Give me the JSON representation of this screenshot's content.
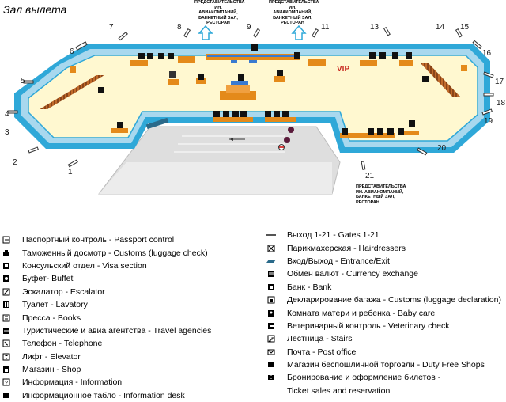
{
  "title": "Зал вылета",
  "vip_label": "VIP",
  "gates": [
    "1",
    "2",
    "3",
    "4",
    "5",
    "6",
    "7",
    "8",
    "9",
    "11",
    "13",
    "14",
    "15",
    "16",
    "17",
    "18",
    "19",
    "20",
    "21"
  ],
  "notes": {
    "top_left": [
      "ПРЕДСТАВИТЕЛЬСТВА",
      "ИН. АВИАКОМПАНИЙ,",
      "БАНКЕТНЫЙ ЗАЛ,",
      "РЕСТОРАН"
    ],
    "top_right": [
      "ПРЕДСТАВИТЕЛЬСТВА",
      "ИН. АВИАКОМПАНИЙ,",
      "БАНКЕТНЫЙ ЗАЛ,",
      "РЕСТОРАН"
    ],
    "bottom": [
      "ПРЕДСТАВИТЕЛЬСТВА",
      "ИН. АВИАКОМПАНИЙ,",
      "БАНКЕТНЫЙ ЗАЛ,",
      "РЕСТОРАН"
    ]
  },
  "legend_left": [
    {
      "icon": "passport-control-icon",
      "text": "Паспортный контроль - Passport control"
    },
    {
      "icon": "customs-luggage-icon",
      "text": "Таможенный досмотр - Customs (luggage check)"
    },
    {
      "icon": "visa-section-icon",
      "text": "Консульский отдел - Visa section"
    },
    {
      "icon": "buffet-icon",
      "text": "Буфет- Buffet"
    },
    {
      "icon": "escalator-icon",
      "text": "Эскалатор - Escalator"
    },
    {
      "icon": "lavatory-icon",
      "text": "Туалет - Lavatory"
    },
    {
      "icon": "books-icon",
      "text": "Пресса - Books"
    },
    {
      "icon": "travel-agencies-icon",
      "text": "Туристические и авиа агентства - Travel agencies"
    },
    {
      "icon": "telephone-icon",
      "text": "Телефон - Telephone"
    },
    {
      "icon": "elevator-icon",
      "text": "Лифт - Elevator"
    },
    {
      "icon": "shop-icon",
      "text": "Магазин - Shop"
    },
    {
      "icon": "information-icon",
      "text": "Информация - Information"
    },
    {
      "icon": "information-desk-icon",
      "text": "Информационное табло - Information desk"
    }
  ],
  "legend_right": [
    {
      "icon": "gates-icon",
      "text": "Выход 1-21 - Gates 1-21"
    },
    {
      "icon": "hairdresser-icon",
      "text": "Парикмахерская - Hairdressers"
    },
    {
      "icon": "entrance-exit-icon",
      "text": "Вход/Выход - Entrance/Exit"
    },
    {
      "icon": "currency-exchange-icon",
      "text": "Обмен валют - Currency exchange"
    },
    {
      "icon": "bank-icon",
      "text": "Банк - Bank"
    },
    {
      "icon": "customs-declaration-icon",
      "text": "Декларирование багажа - Customs (luggage declaration)"
    },
    {
      "icon": "baby-care-icon",
      "text": "Комната матери и ребенка - Baby care"
    },
    {
      "icon": "veterinary-icon",
      "text": "Ветеринарный контроль - Veterinary check"
    },
    {
      "icon": "stairs-icon",
      "text": "Лестница - Stairs"
    },
    {
      "icon": "post-office-icon",
      "text": "Почта - Post office"
    },
    {
      "icon": "duty-free-icon",
      "text": "Магазин беспошлинной торговли - Duty Free Shops"
    },
    {
      "icon": "ticket-sales-icon",
      "text": "Бронирование и оформление билетов -"
    },
    {
      "icon": "",
      "text": "Ticket sales and reservation"
    }
  ],
  "colors": {
    "outer_band": "#2fa8d8",
    "inner_band": "#a8d8ee",
    "floor": "#fff8d0",
    "counter": "#e48a1a",
    "wall": "#9a5a28",
    "apron": "#e2e2e2"
  }
}
